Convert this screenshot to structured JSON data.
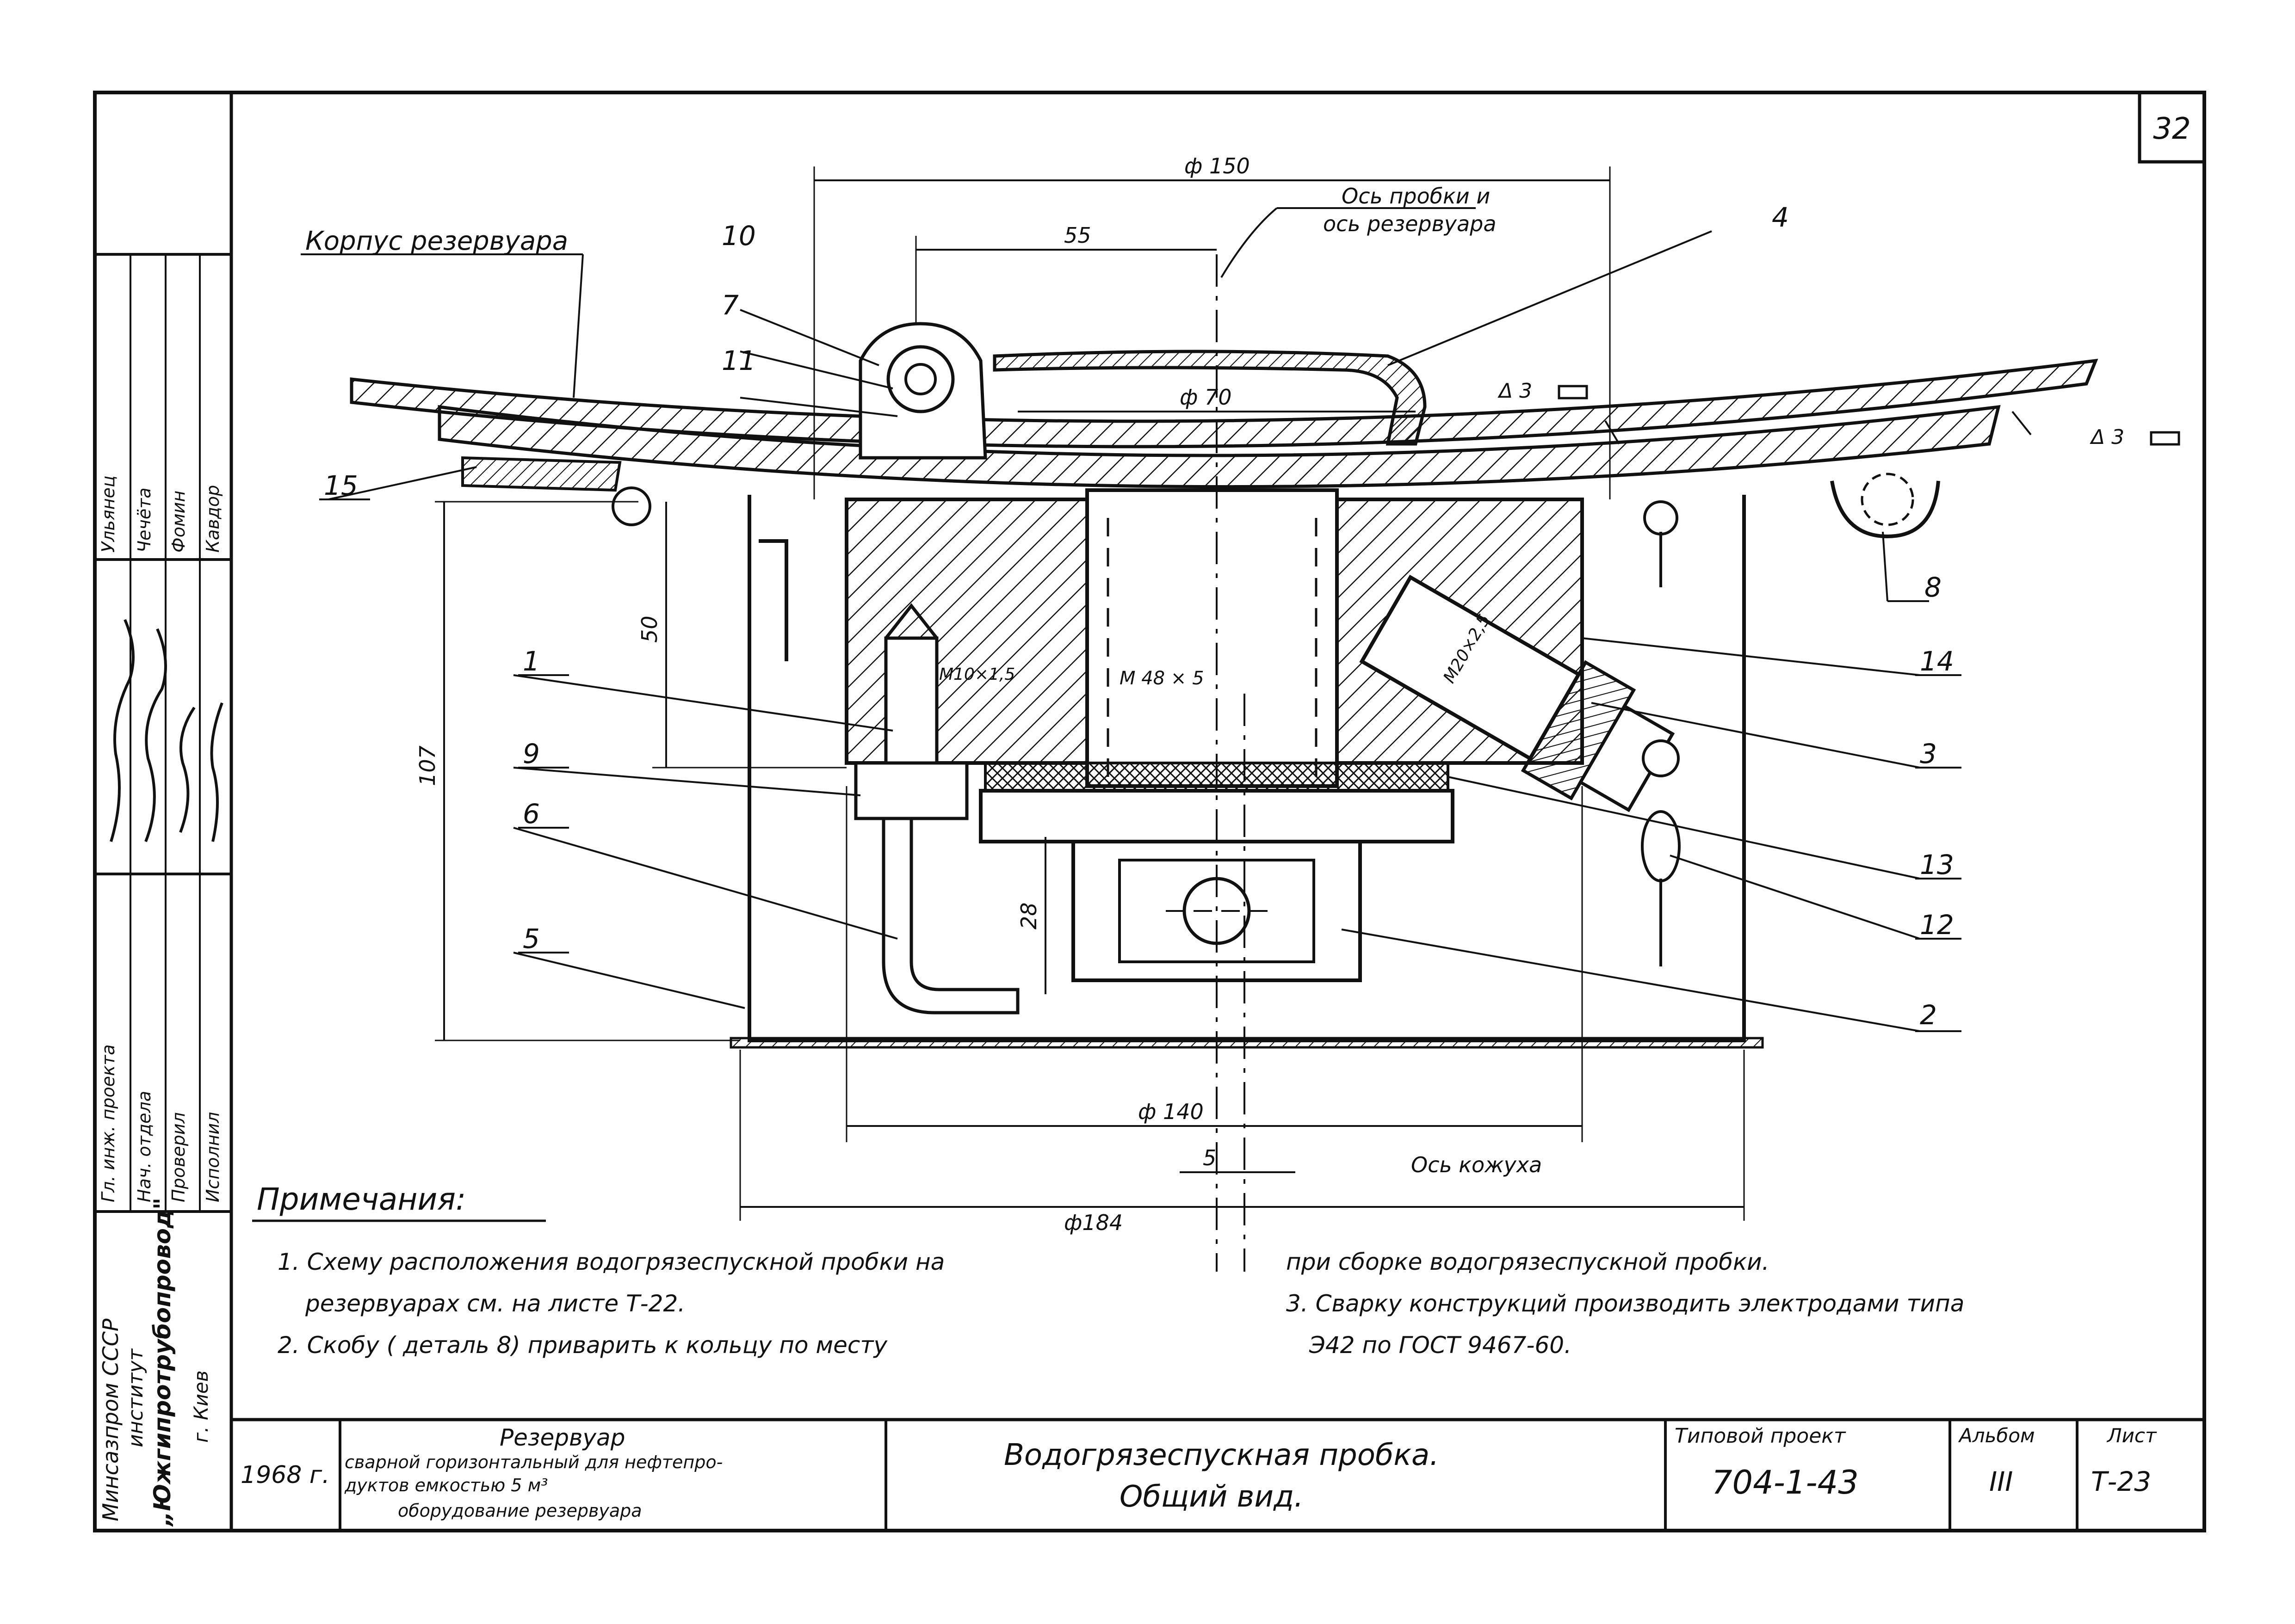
{
  "sheet_number": "32",
  "annotations": {
    "body_label": "Корпус резервуара",
    "axis_plug": "Ось пробки и",
    "axis_tank": "ось резервуара",
    "axis_casing": "Ось кожуха",
    "dim_150": "ф 150",
    "dim_55": "55",
    "dim_70": "ф 70",
    "dim_140": "ф 140",
    "dim_184": "ф184",
    "dim_5": "5",
    "dim_50": "50",
    "dim_107": "107",
    "dim_28": "28",
    "thread_m48": "М 48 × 5",
    "thread_m10": "М10×1,5",
    "thread_m20": "М20×2,5",
    "weld_1": "Δ 3",
    "weld_2": "Δ 3"
  },
  "callouts": {
    "c1": "1",
    "c2": "2",
    "c3": "3",
    "c4": "4",
    "c5": "5",
    "c6": "6",
    "c7": "7",
    "c8": "8",
    "c9": "9",
    "c10": "10",
    "c11": "11",
    "c12": "12",
    "c13": "13",
    "c14": "14",
    "c15": "15"
  },
  "notes": {
    "heading": "Примечания:",
    "n1_a": "1. Схему расположения водогрязеспускной пробки на",
    "n1_b": "резервуарах см. на листе Т-22.",
    "n2": "2. Скобу ( деталь 8) приварить к кольцу по месту",
    "n2_cont": "при сборке водогрязеспускной пробки.",
    "n3_a": "3. Сварку конструкций производить электродами типа",
    "n3_b": "Э42 по ГОСТ 9467-60."
  },
  "title_block": {
    "year": "1968 г.",
    "subject_1": "Резервуар",
    "subject_2": "сварной горизонтальный для нефтепро-",
    "subject_3": "дуктов емкостью 5 м³",
    "subject_4": "оборудование резервуара",
    "title_1": "Водогрязеспускная пробка.",
    "title_2": "Общий вид.",
    "project_label": "Типовой проект",
    "project_number": "704-1-43",
    "album_label": "Альбом",
    "album_number": "III",
    "sheet_label": "Лист",
    "sheet_code": "Т-23"
  },
  "side_block": {
    "org_1": "Минсазпром СССР",
    "org_2": "институт",
    "org_3": "„Южгипротрубопровод\"",
    "org_4": "г. Киев",
    "role_1": "Гл. инж. проекта",
    "role_2": "Нач. отдела",
    "role_3": "Проверил",
    "role_4": "Исполнил",
    "name_1": "Ульянец",
    "name_2": "Чечёта",
    "name_3": "Фомин",
    "name_4": "Кавдор"
  }
}
